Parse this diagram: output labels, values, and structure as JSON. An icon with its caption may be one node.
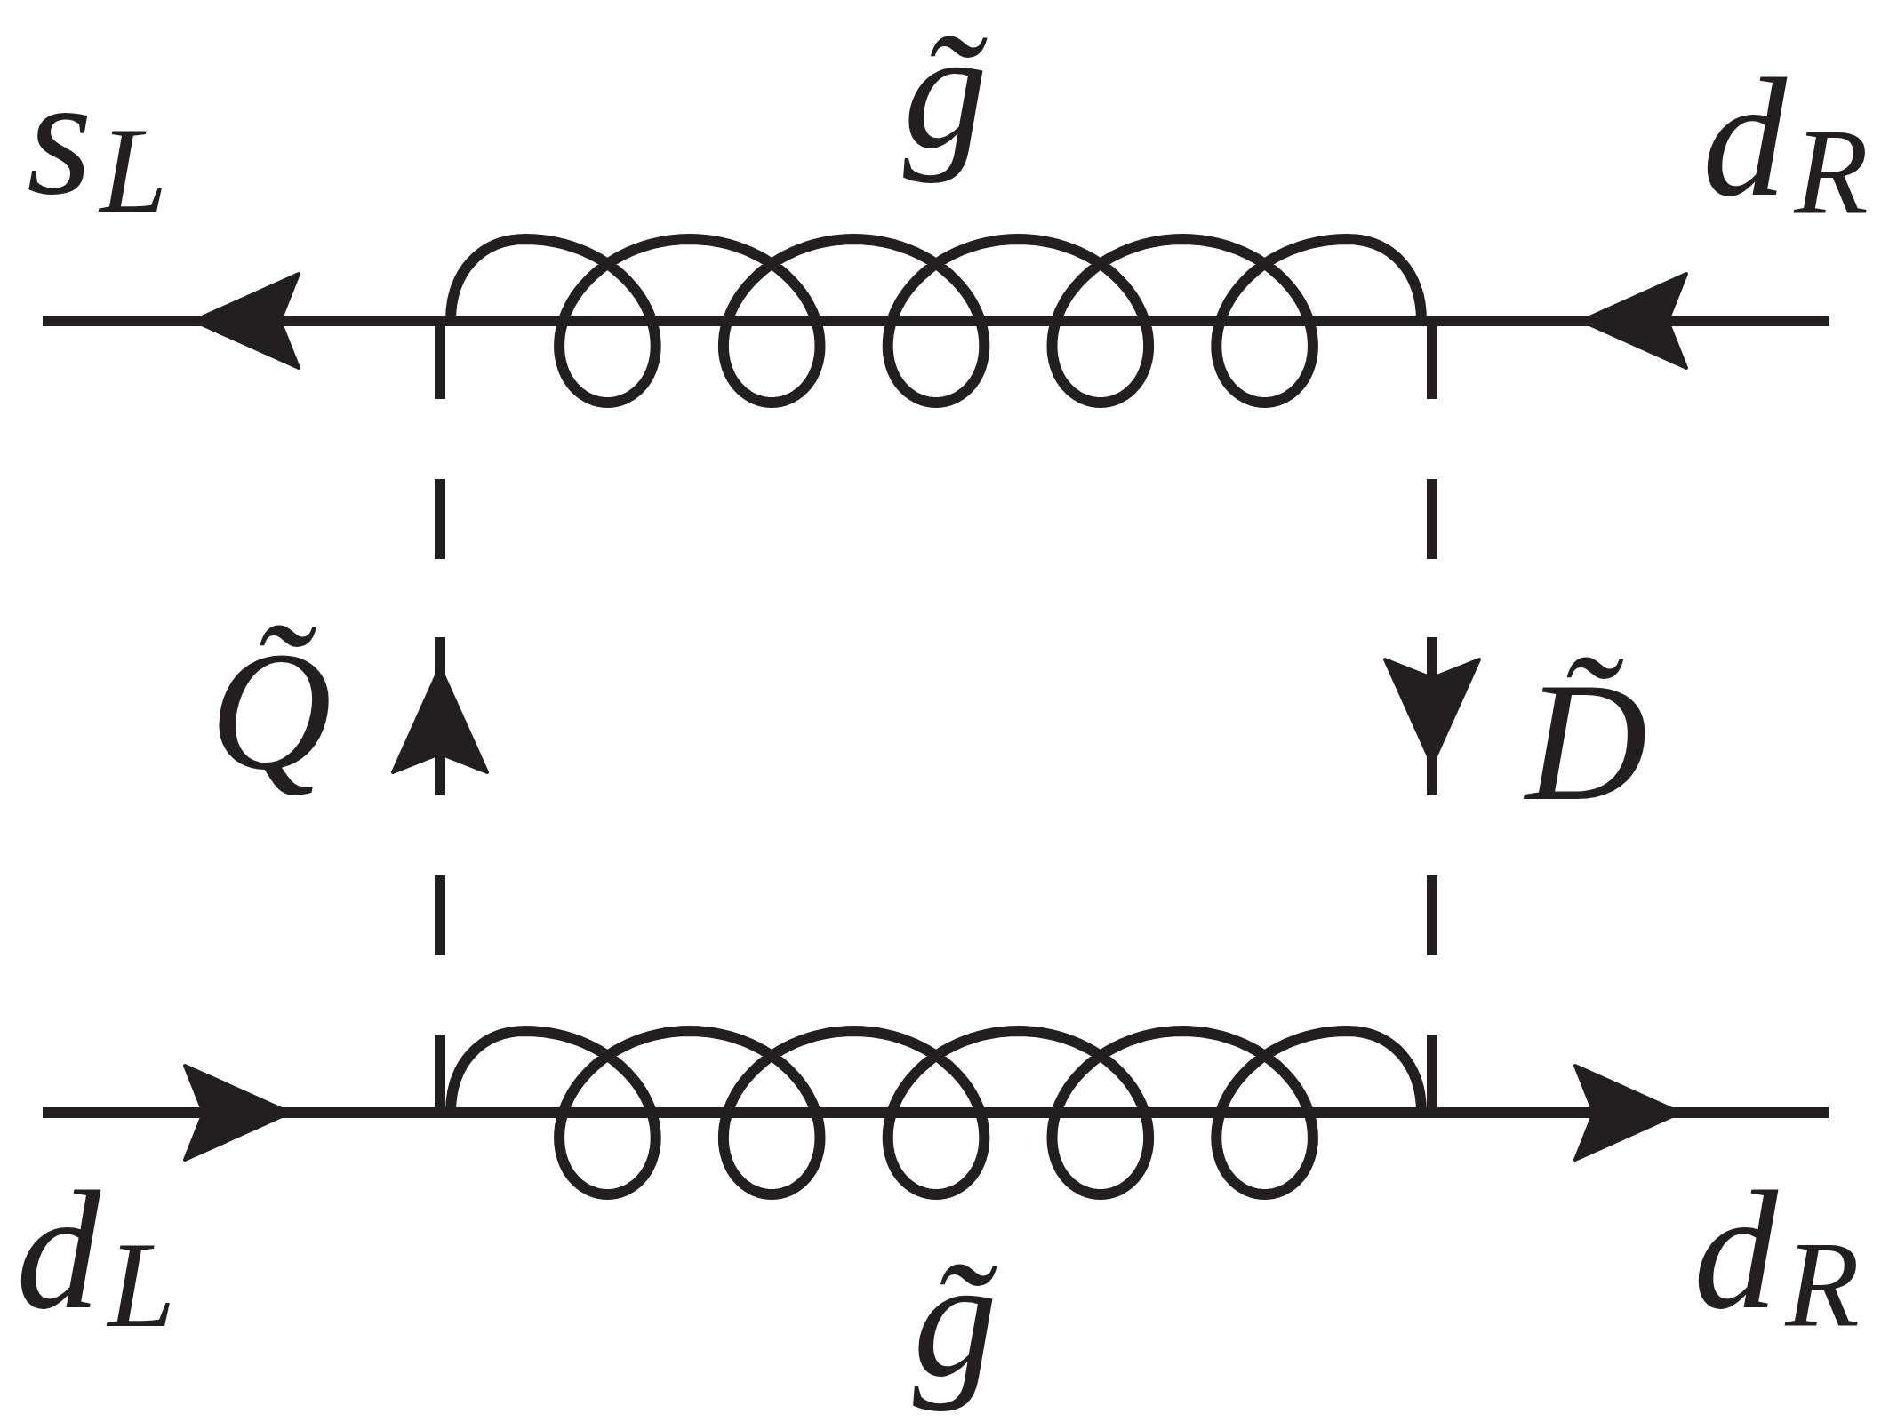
{
  "diagram": {
    "labels": [
      "s$_{L}$",
      "g̃",
      "d$_{R}$",
      "Q̃",
      "D̃",
      "d$_{L}$",
      "g̃",
      "d$_{R}$"
    ]
  }
}
